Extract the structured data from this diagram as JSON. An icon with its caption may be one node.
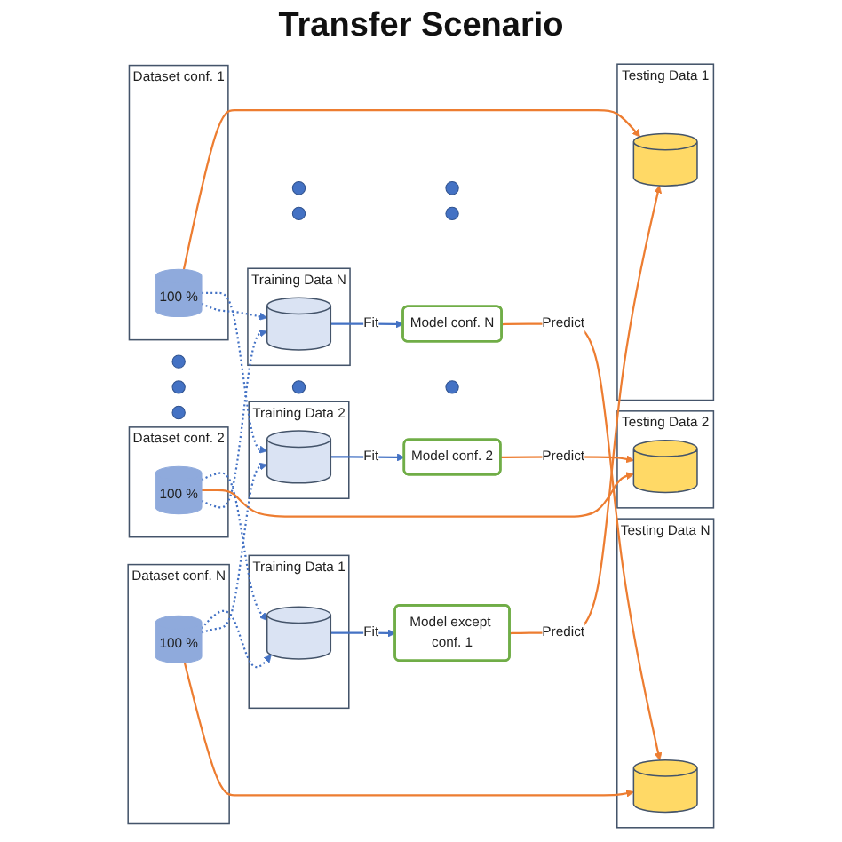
{
  "diagram": {
    "title": "Transfer Scenario",
    "nodes": [
      {
        "text": [
          "Dataset conf. 1"
        ]
      },
      {
        "text": [
          "100 %"
        ],
        "in": 0
      },
      {
        "text": [
          "Testing Data 1"
        ]
      },
      {
        "text": [],
        "shape": "cylinder",
        "in": 2
      },
      {
        "text": [
          "Model except conf. 1"
        ]
      },
      {
        "text": [
          "Training Data 1"
        ]
      },
      {
        "text": [],
        "shape": "cylinder",
        "in": 5
      },
      {
        "text": [
          "Dataset conf. 2"
        ]
      },
      {
        "text": [
          "100 %"
        ],
        "in": 7
      },
      {
        "text": [
          "Testing Data 2"
        ]
      },
      {
        "text": [],
        "shape": "cylinder",
        "in": 9
      },
      {
        "text": [
          "Model conf. 2"
        ]
      },
      {
        "text": [
          "Training Data 2"
        ]
      },
      {
        "text": [],
        "shape": "cylinder",
        "in": 12
      },
      {
        "text": [],
        "shape": "circle"
      },
      {
        "text": [],
        "shape": "circle"
      },
      {
        "text": [],
        "shape": "circle"
      },
      {
        "text": [],
        "shape": "circle"
      },
      {
        "text": [],
        "shape": "circle"
      },
      {
        "text": [],
        "shape": "circle"
      },
      {
        "text": [],
        "shape": "circle"
      },
      {
        "text": [],
        "shape": "circle"
      },
      {
        "text": [],
        "shape": "circle"
      },
      {
        "text": [
          "Dataset conf. N"
        ]
      },
      {
        "text": [
          "100 %"
        ],
        "in": 23
      },
      {
        "text": [
          "Testing Data N"
        ]
      },
      {
        "text": [],
        "shape": "cylinder",
        "in": 25
      },
      {
        "text": [
          "Model conf. N"
        ]
      },
      {
        "text": [
          "Training Data N"
        ]
      },
      {
        "text": [],
        "shape": "cylinder",
        "in": 28
      }
    ],
    "edges": [
      {
        "from": 1,
        "to": 3,
        "arrow": "to",
        "color": "#ed7d31"
      },
      {
        "from": 4,
        "to": 3,
        "arrow": "to",
        "label": "Predict",
        "color": "#ed7d31"
      },
      {
        "from": 6,
        "to": 4,
        "arrow": "to",
        "label": "Fit",
        "color": "#4472c4"
      },
      {
        "from": 1,
        "to": 13,
        "arrow": "to",
        "style": "dashed",
        "color": "#4472c4"
      },
      {
        "from": 1,
        "to": 29,
        "arrow": "to",
        "style": "dashed",
        "color": "#4472c4"
      },
      {
        "from": 8,
        "to": 6,
        "arrow": "to",
        "style": "dashed",
        "color": "#4472c4"
      },
      {
        "from": 8,
        "to": 10,
        "arrow": "to",
        "color": "#ed7d31"
      },
      {
        "from": 11,
        "to": 10,
        "arrow": "to",
        "label": "Predict",
        "color": "#ed7d31"
      },
      {
        "from": 13,
        "to": 11,
        "arrow": "to",
        "label": "Fit",
        "color": "#4472c4"
      },
      {
        "from": 8,
        "to": 29,
        "arrow": "to",
        "style": "dashed",
        "color": "#4472c4"
      },
      {
        "from": 24,
        "to": 6,
        "arrow": "to",
        "style": "dashed",
        "color": "#4472c4"
      },
      {
        "from": 24,
        "to": 13,
        "arrow": "to",
        "style": "dashed",
        "color": "#4472c4"
      },
      {
        "from": 24,
        "to": 26,
        "arrow": "to",
        "color": "#ed7d31"
      },
      {
        "from": 27,
        "to": 26,
        "arrow": "to",
        "label": "Predict",
        "color": "#ed7d31"
      },
      {
        "from": 29,
        "to": 27,
        "arrow": "to",
        "label": "Fit",
        "color": "#4472c4"
      }
    ]
  }
}
